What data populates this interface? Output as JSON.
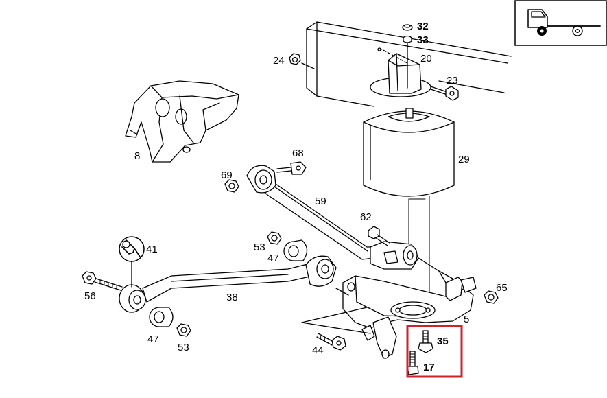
{
  "diagram": {
    "callouts": [
      {
        "id": "p24",
        "text": "24"
      },
      {
        "id": "p32",
        "text": "32"
      },
      {
        "id": "p33",
        "text": "33"
      },
      {
        "id": "p20",
        "text": "20"
      },
      {
        "id": "p23",
        "text": "23"
      },
      {
        "id": "p8",
        "text": "8"
      },
      {
        "id": "p29",
        "text": "29"
      },
      {
        "id": "p68",
        "text": "68"
      },
      {
        "id": "p69",
        "text": "69"
      },
      {
        "id": "p59",
        "text": "59"
      },
      {
        "id": "p62",
        "text": "62"
      },
      {
        "id": "p41",
        "text": "41"
      },
      {
        "id": "p53a",
        "text": "53"
      },
      {
        "id": "p47a",
        "text": "47"
      },
      {
        "id": "p56",
        "text": "56"
      },
      {
        "id": "p38",
        "text": "38"
      },
      {
        "id": "p65",
        "text": "65"
      },
      {
        "id": "p5",
        "text": "5"
      },
      {
        "id": "p47b",
        "text": "47"
      },
      {
        "id": "p53b",
        "text": "53"
      },
      {
        "id": "p44",
        "text": "44"
      },
      {
        "id": "p35",
        "text": "35"
      },
      {
        "id": "p17",
        "text": "17"
      }
    ],
    "highlight_color": "#d0202c",
    "highlight_parts": [
      "35",
      "17"
    ],
    "vehicle_icon": "truck-chassis-icon"
  }
}
